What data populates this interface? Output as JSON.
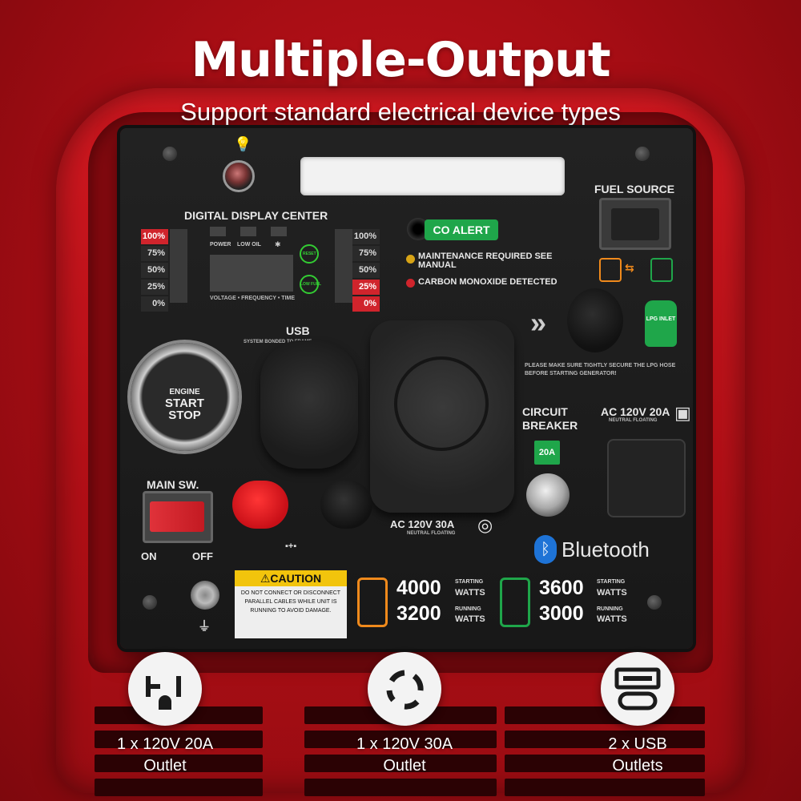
{
  "headline": "Multiple-Output",
  "subheadline": "Support standard electrical device types",
  "panel": {
    "display_title": "DIGITAL DISPLAY CENTER",
    "left_meter": [
      "100%",
      "75%",
      "50%",
      "25%",
      "0%"
    ],
    "right_meter": [
      "100%",
      "75%",
      "50%",
      "25%",
      "0%"
    ],
    "disp_labels": [
      "POWER",
      "LOW OIL",
      "✱"
    ],
    "disp_bottom": "VOLTAGE • FREQUENCY • TIME",
    "reset_label": "RESET",
    "low_fuel_label": "LOW FUEL",
    "co_alert": "CO ALERT",
    "maintenance": "MAINTENANCE REQUIRED SEE MANUAL",
    "carbon": "CARBON MONOXIDE DETECTED",
    "fuel_source": "FUEL SOURCE",
    "usb": "USB",
    "system_bonded": "SYSTEM BONDED TO FRAME",
    "lpg_inlet": "LPG INLET",
    "lpg_warning": "PLEASE MAKE SURE TIGHTLY SECURE THE LPG HOSE BEFORE STARTING GENERATOR!",
    "engine": "ENGINE",
    "start": "START",
    "stop": "STOP",
    "main_sw": "MAIN SW.",
    "on": "ON",
    "off": "OFF",
    "circuit": "CIRCUIT",
    "breaker": "BREAKER",
    "breaker_rating": "20A",
    "ac_20": "AC 120V 20A",
    "ac_20_sub": "NEUTRAL FLOATING",
    "ac_30": "AC 120V 30A",
    "ac_30_sub": "NEUTRAL FLOATING",
    "bluetooth": "Bluetooth",
    "caution_title": "⚠CAUTION",
    "caution_body": "DO NOT CONNECT OR DISCONNECT PARALLEL CABLES WHILE UNIT IS RUNNING TO AVOID DAMAGE.",
    "gas_starting": "4000",
    "gas_running": "3200",
    "lpg_starting": "3600",
    "lpg_running": "3000",
    "starting_label": "STARTING",
    "running_label": "RUNNING",
    "watts": "WATTS"
  },
  "features": [
    {
      "label_line1": "1 x 120V 20A",
      "label_line2": "Outlet",
      "icon": "nema-5-20-outlet-icon"
    },
    {
      "label_line1": "1 x 120V 30A",
      "label_line2": "Outlet",
      "icon": "l5-30-twist-lock-icon"
    },
    {
      "label_line1": "2 x USB",
      "label_line2": "Outlets",
      "icon": "usb-port-icon"
    }
  ],
  "colors": {
    "brand_red": "#c8141c",
    "panel_black": "#1b1b1b",
    "accent_green": "#1fa64a",
    "accent_orange": "#f08a1c",
    "caution_yellow": "#f2c40c"
  }
}
